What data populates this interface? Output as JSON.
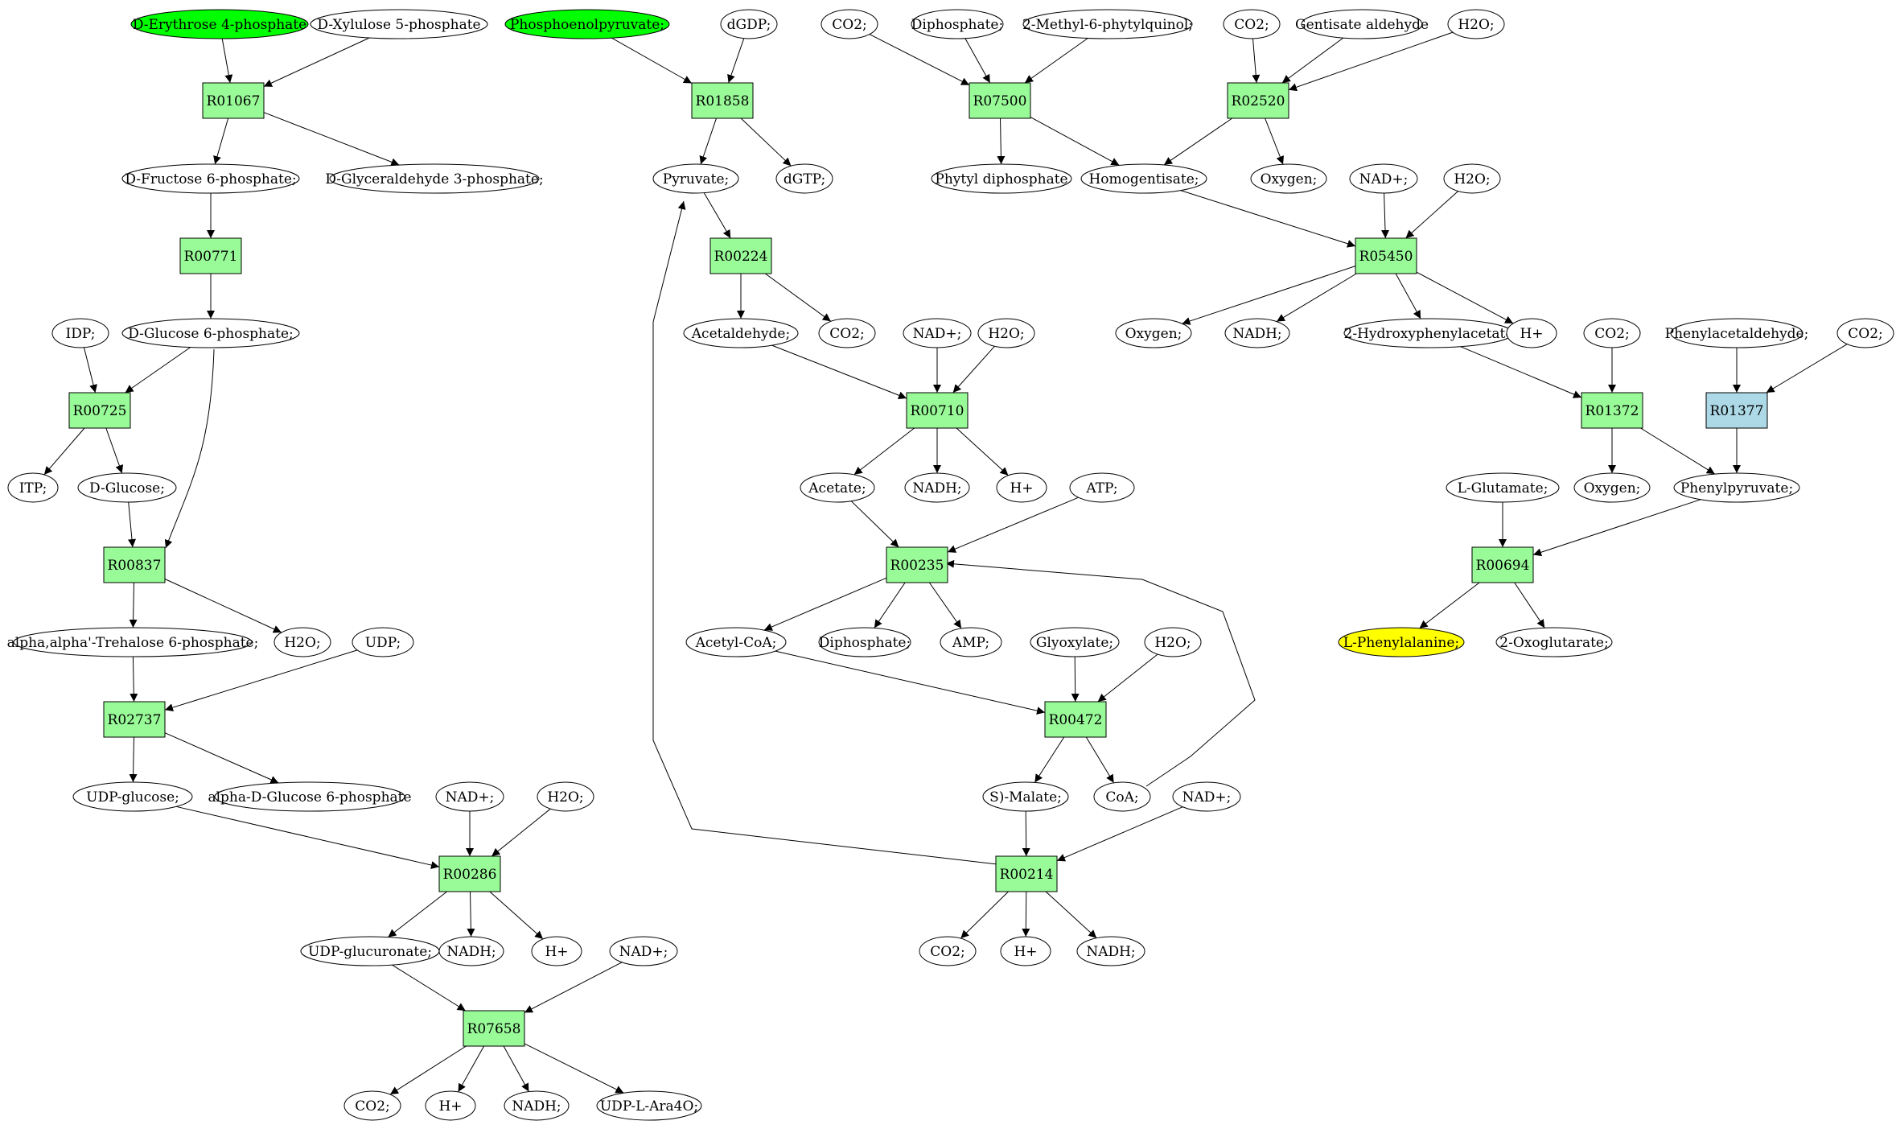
{
  "colors": {
    "reaction_default": "#98fb98",
    "reaction_highlight": "#add8e6",
    "start_metabolite": "#00ff00",
    "target_metabolite": "#ffff00",
    "metabolite_default": "#ffffff",
    "edge": "#000000"
  },
  "nodes": [
    {
      "id": "c1",
      "label": "D-Erythrose 4-phosphate",
      "shape": "ellipse",
      "role": "start"
    },
    {
      "id": "c2",
      "label": "D-Xylulose 5-phosphate",
      "shape": "ellipse"
    },
    {
      "id": "r1",
      "label": "R01067",
      "shape": "box"
    },
    {
      "id": "c3",
      "label": "D-Fructose 6-phosphate;",
      "shape": "ellipse"
    },
    {
      "id": "c4",
      "label": "D-Glyceraldehyde 3-phosphate;",
      "shape": "ellipse"
    },
    {
      "id": "r2",
      "label": "R00771",
      "shape": "box"
    },
    {
      "id": "c5",
      "label": "IDP;",
      "shape": "ellipse"
    },
    {
      "id": "c6",
      "label": "D-Glucose 6-phosphate;",
      "shape": "ellipse"
    },
    {
      "id": "r3",
      "label": "R00725",
      "shape": "box"
    },
    {
      "id": "c7",
      "label": "ITP;",
      "shape": "ellipse"
    },
    {
      "id": "c8",
      "label": "D-Glucose;",
      "shape": "ellipse"
    },
    {
      "id": "r4",
      "label": "R00837",
      "shape": "box"
    },
    {
      "id": "c9",
      "label": "alpha,alpha'-Trehalose 6-phosphate;",
      "shape": "ellipse"
    },
    {
      "id": "c10",
      "label": "H2O;",
      "shape": "ellipse"
    },
    {
      "id": "c11",
      "label": "UDP;",
      "shape": "ellipse"
    },
    {
      "id": "r5",
      "label": "R02737",
      "shape": "box"
    },
    {
      "id": "c12",
      "label": "UDP-glucose;",
      "shape": "ellipse"
    },
    {
      "id": "c13",
      "label": "alpha-D-Glucose 6-phosphate",
      "shape": "ellipse"
    },
    {
      "id": "c14",
      "label": "NAD+;",
      "shape": "ellipse"
    },
    {
      "id": "c15",
      "label": "H2O;",
      "shape": "ellipse"
    },
    {
      "id": "r6",
      "label": "R00286",
      "shape": "box"
    },
    {
      "id": "c16",
      "label": "UDP-glucuronate;",
      "shape": "ellipse"
    },
    {
      "id": "c17",
      "label": "NADH;",
      "shape": "ellipse"
    },
    {
      "id": "c18",
      "label": "H+",
      "shape": "ellipse"
    },
    {
      "id": "c19",
      "label": "NAD+;",
      "shape": "ellipse"
    },
    {
      "id": "r7",
      "label": "R07658",
      "shape": "box"
    },
    {
      "id": "c20",
      "label": "CO2;",
      "shape": "ellipse"
    },
    {
      "id": "c21",
      "label": "H+",
      "shape": "ellipse"
    },
    {
      "id": "c22",
      "label": "NADH;",
      "shape": "ellipse"
    },
    {
      "id": "c23",
      "label": "UDP-L-Ara4O;",
      "shape": "ellipse"
    },
    {
      "id": "c24",
      "label": "Phosphoenolpyruvate;",
      "shape": "ellipse",
      "role": "start"
    },
    {
      "id": "c25",
      "label": "dGDP;",
      "shape": "ellipse"
    },
    {
      "id": "r8",
      "label": "R01858",
      "shape": "box"
    },
    {
      "id": "c26",
      "label": "Pyruvate;",
      "shape": "ellipse"
    },
    {
      "id": "c27",
      "label": "dGTP;",
      "shape": "ellipse"
    },
    {
      "id": "r9",
      "label": "R00224",
      "shape": "box"
    },
    {
      "id": "c28",
      "label": "Acetaldehyde;",
      "shape": "ellipse"
    },
    {
      "id": "c29",
      "label": "CO2;",
      "shape": "ellipse"
    },
    {
      "id": "c30",
      "label": "NAD+;",
      "shape": "ellipse"
    },
    {
      "id": "c31",
      "label": "H2O;",
      "shape": "ellipse"
    },
    {
      "id": "r10",
      "label": "R00710",
      "shape": "box"
    },
    {
      "id": "c32",
      "label": "Acetate;",
      "shape": "ellipse"
    },
    {
      "id": "c33",
      "label": "NADH;",
      "shape": "ellipse"
    },
    {
      "id": "c34",
      "label": "H+",
      "shape": "ellipse"
    },
    {
      "id": "c35",
      "label": "ATP;",
      "shape": "ellipse"
    },
    {
      "id": "r11",
      "label": "R00235",
      "shape": "box"
    },
    {
      "id": "c36",
      "label": "Acetyl-CoA;",
      "shape": "ellipse"
    },
    {
      "id": "c37",
      "label": "Diphosphate;",
      "shape": "ellipse"
    },
    {
      "id": "c38",
      "label": "AMP;",
      "shape": "ellipse"
    },
    {
      "id": "c39",
      "label": "Glyoxylate;",
      "shape": "ellipse"
    },
    {
      "id": "c40",
      "label": "H2O;",
      "shape": "ellipse"
    },
    {
      "id": "r12",
      "label": "R00472",
      "shape": "box"
    },
    {
      "id": "c41",
      "label": "S)-Malate;",
      "shape": "ellipse"
    },
    {
      "id": "c42",
      "label": "CoA;",
      "shape": "ellipse"
    },
    {
      "id": "c43",
      "label": "NAD+;",
      "shape": "ellipse"
    },
    {
      "id": "r13",
      "label": "R00214",
      "shape": "box"
    },
    {
      "id": "c44",
      "label": "CO2;",
      "shape": "ellipse"
    },
    {
      "id": "c45",
      "label": "H+",
      "shape": "ellipse"
    },
    {
      "id": "c46",
      "label": "NADH;",
      "shape": "ellipse"
    },
    {
      "id": "c47",
      "label": "CO2;",
      "shape": "ellipse"
    },
    {
      "id": "c48",
      "label": "Diphosphate;",
      "shape": "ellipse"
    },
    {
      "id": "c49",
      "label": "2-Methyl-6-phytylquinol;",
      "shape": "ellipse"
    },
    {
      "id": "r14",
      "label": "R07500",
      "shape": "box"
    },
    {
      "id": "c50",
      "label": "Phytyl diphosphate",
      "shape": "ellipse"
    },
    {
      "id": "c51",
      "label": "CO2;",
      "shape": "ellipse"
    },
    {
      "id": "c52",
      "label": "Gentisate aldehyde",
      "shape": "ellipse"
    },
    {
      "id": "c53",
      "label": "H2O;",
      "shape": "ellipse"
    },
    {
      "id": "r15",
      "label": "R02520",
      "shape": "box"
    },
    {
      "id": "c54",
      "label": "Homogentisate;",
      "shape": "ellipse"
    },
    {
      "id": "c55",
      "label": "Oxygen;",
      "shape": "ellipse"
    },
    {
      "id": "c56",
      "label": "NAD+;",
      "shape": "ellipse"
    },
    {
      "id": "c57",
      "label": "H2O;",
      "shape": "ellipse"
    },
    {
      "id": "r16",
      "label": "R05450",
      "shape": "box"
    },
    {
      "id": "c58",
      "label": "Oxygen;",
      "shape": "ellipse"
    },
    {
      "id": "c59",
      "label": "NADH;",
      "shape": "ellipse"
    },
    {
      "id": "c60",
      "label": "2-Hydroxyphenylacetate",
      "shape": "ellipse"
    },
    {
      "id": "c61",
      "label": "H+",
      "shape": "ellipse"
    },
    {
      "id": "c62",
      "label": "CO2;",
      "shape": "ellipse"
    },
    {
      "id": "r17",
      "label": "R01372",
      "shape": "box"
    },
    {
      "id": "c63",
      "label": "Phenylacetaldehyde;",
      "shape": "ellipse"
    },
    {
      "id": "c64",
      "label": "CO2;",
      "shape": "ellipse"
    },
    {
      "id": "r18",
      "label": "R01377",
      "shape": "box",
      "role": "highlight"
    },
    {
      "id": "c65",
      "label": "Oxygen;",
      "shape": "ellipse"
    },
    {
      "id": "c66",
      "label": "L-Glutamate;",
      "shape": "ellipse"
    },
    {
      "id": "c67",
      "label": "Phenylpyruvate;",
      "shape": "ellipse"
    },
    {
      "id": "r19",
      "label": "R00694",
      "shape": "box"
    },
    {
      "id": "c68",
      "label": "L-Phenylalanine;",
      "shape": "ellipse",
      "role": "target"
    },
    {
      "id": "c69",
      "label": "2-Oxoglutarate;",
      "shape": "ellipse"
    }
  ],
  "edges": [
    [
      "c1",
      "r1"
    ],
    [
      "c2",
      "r1"
    ],
    [
      "r1",
      "c3"
    ],
    [
      "r1",
      "c4"
    ],
    [
      "c3",
      "r2"
    ],
    [
      "r2",
      "c6"
    ],
    [
      "c5",
      "r3"
    ],
    [
      "c6",
      "r3"
    ],
    [
      "r3",
      "c7"
    ],
    [
      "r3",
      "c8"
    ],
    [
      "c8",
      "r4"
    ],
    [
      "c6",
      "r4"
    ],
    [
      "r4",
      "c9"
    ],
    [
      "r4",
      "c10"
    ],
    [
      "c9",
      "r5"
    ],
    [
      "c11",
      "r5"
    ],
    [
      "r5",
      "c12"
    ],
    [
      "r5",
      "c13"
    ],
    [
      "c12",
      "r6"
    ],
    [
      "c14",
      "r6"
    ],
    [
      "c15",
      "r6"
    ],
    [
      "r6",
      "c16"
    ],
    [
      "r6",
      "c17"
    ],
    [
      "r6",
      "c18"
    ],
    [
      "c16",
      "r7"
    ],
    [
      "c19",
      "r7"
    ],
    [
      "r7",
      "c20"
    ],
    [
      "r7",
      "c21"
    ],
    [
      "r7",
      "c22"
    ],
    [
      "r7",
      "c23"
    ],
    [
      "c24",
      "r8"
    ],
    [
      "c25",
      "r8"
    ],
    [
      "r8",
      "c26"
    ],
    [
      "r8",
      "c27"
    ],
    [
      "c26",
      "r9"
    ],
    [
      "r9",
      "c28"
    ],
    [
      "r9",
      "c29"
    ],
    [
      "c28",
      "r10"
    ],
    [
      "c30",
      "r10"
    ],
    [
      "c31",
      "r10"
    ],
    [
      "r10",
      "c32"
    ],
    [
      "r10",
      "c33"
    ],
    [
      "r10",
      "c34"
    ],
    [
      "c32",
      "r11"
    ],
    [
      "c35",
      "r11"
    ],
    [
      "r11",
      "c36"
    ],
    [
      "r11",
      "c37"
    ],
    [
      "r11",
      "c38"
    ],
    [
      "c36",
      "r12"
    ],
    [
      "c39",
      "r12"
    ],
    [
      "c40",
      "r12"
    ],
    [
      "r12",
      "c41"
    ],
    [
      "r12",
      "c42"
    ],
    [
      "c42",
      "r11"
    ],
    [
      "c41",
      "r13"
    ],
    [
      "c43",
      "r13"
    ],
    [
      "r13",
      "c44"
    ],
    [
      "r13",
      "c45"
    ],
    [
      "r13",
      "c46"
    ],
    [
      "r13",
      "c26"
    ],
    [
      "c47",
      "r14"
    ],
    [
      "c48",
      "r14"
    ],
    [
      "c49",
      "r14"
    ],
    [
      "r14",
      "c50"
    ],
    [
      "r14",
      "c54"
    ],
    [
      "c51",
      "r15"
    ],
    [
      "c52",
      "r15"
    ],
    [
      "c53",
      "r15"
    ],
    [
      "r15",
      "c54"
    ],
    [
      "r15",
      "c55"
    ],
    [
      "c54",
      "r16"
    ],
    [
      "c56",
      "r16"
    ],
    [
      "c57",
      "r16"
    ],
    [
      "r16",
      "c58"
    ],
    [
      "r16",
      "c59"
    ],
    [
      "r16",
      "c60"
    ],
    [
      "r16",
      "c61"
    ],
    [
      "c60",
      "r17"
    ],
    [
      "c62",
      "r17"
    ],
    [
      "r17",
      "c65"
    ],
    [
      "r17",
      "c67"
    ],
    [
      "c63",
      "r18"
    ],
    [
      "c64",
      "r18"
    ],
    [
      "r18",
      "c67"
    ],
    [
      "c66",
      "r19"
    ],
    [
      "c67",
      "r19"
    ],
    [
      "r19",
      "c68"
    ],
    [
      "r19",
      "c69"
    ]
  ]
}
